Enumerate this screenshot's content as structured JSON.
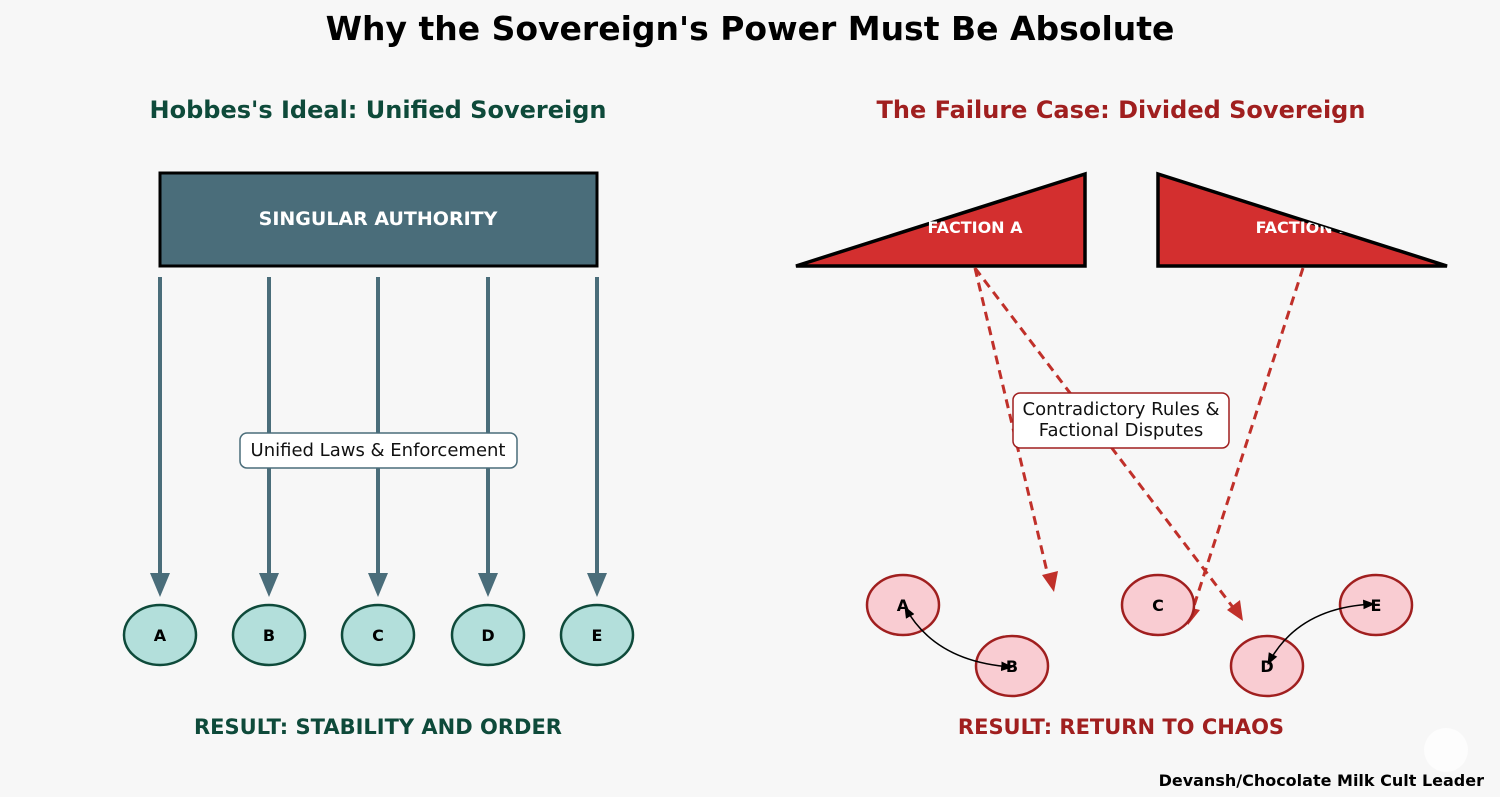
{
  "title": "Why the Sovereign's Power Must Be Absolute",
  "colors": {
    "left_heading": "#0e4a3a",
    "right_heading": "#a01f1f",
    "authority_box": "#4a6d7a",
    "arrow_left": "#4a6d7a",
    "node_left_fill": "#b3dfdb",
    "node_left_stroke": "#0e4a3a",
    "faction_fill": "#d32f2f",
    "node_right_fill": "#f9ccd2",
    "node_right_stroke": "#a01f1f",
    "dashed_arrow": "#c0302a"
  },
  "left": {
    "heading": "Hobbes's Ideal: Unified Sovereign",
    "authority_label": "SINGULAR AUTHORITY",
    "label": "Unified Laws & Enforcement",
    "nodes": [
      "A",
      "B",
      "C",
      "D",
      "E"
    ],
    "result": "RESULT: STABILITY AND ORDER"
  },
  "right": {
    "heading": "The Failure Case: Divided Sovereign",
    "factions": [
      "FACTION A",
      "FACTION B"
    ],
    "label_line1": "Contradictory Rules &",
    "label_line2": "Factional Disputes",
    "nodes": [
      "A",
      "B",
      "C",
      "D",
      "E"
    ],
    "result": "RESULT: RETURN TO CHAOS"
  },
  "credit": "Devansh/Chocolate Milk Cult Leader"
}
